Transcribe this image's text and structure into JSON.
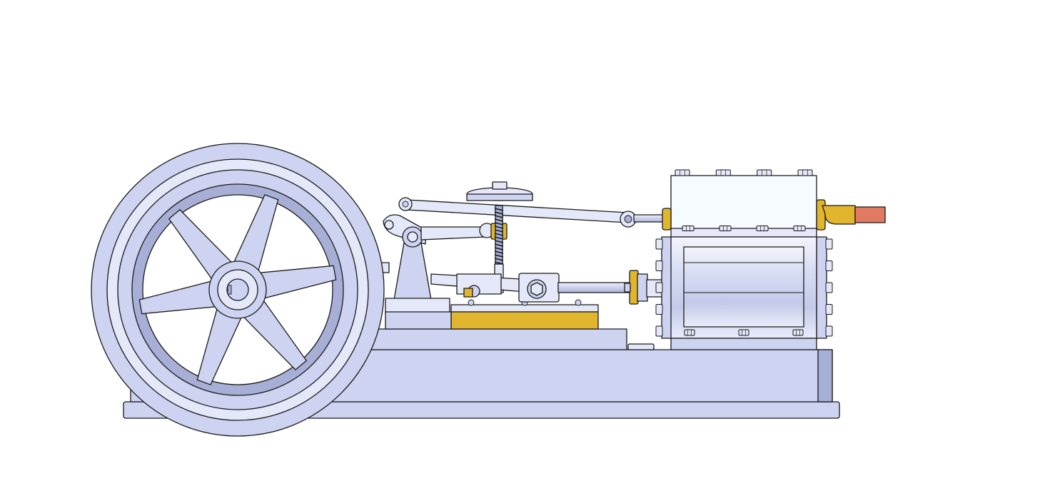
{
  "scene": {
    "subject": "",
    "background": "#ffffff"
  },
  "colors": {
    "steel": "#cdd3f0",
    "steel_light": "#e4e8f8",
    "steel_dark": "#a7afd6",
    "chest": "#f6fbff",
    "brass": "#e2b52e",
    "brass_dark": "#b58a14",
    "copper": "#e07a62",
    "outline": "#1a1a1a"
  },
  "parts": {
    "flywheel_spokes": 6,
    "chest_top_nuts": 4,
    "cylinder_flange_bolts": 5
  }
}
